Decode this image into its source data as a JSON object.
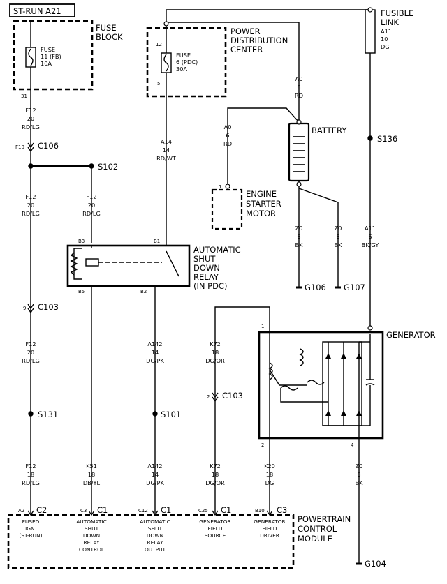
{
  "header": {
    "ignition": "ST-RUN A21"
  },
  "fuse_block": {
    "title_1": "FUSE",
    "title_2": "BLOCK",
    "fuse_1": "FUSE",
    "fuse_2": "11 (FB)",
    "fuse_3": "10A",
    "pin": "31"
  },
  "pdc": {
    "title_1": "POWER",
    "title_2": "DISTRIBUTION",
    "title_3": "CENTER",
    "fuse_1": "FUSE",
    "fuse_2": "6 (PDC)",
    "fuse_3": "30A",
    "pin_in": "12",
    "pin_out": "5"
  },
  "fusible_link": {
    "title_1": "FUSIBLE",
    "title_2": "LINK",
    "circuit": "A11",
    "gauge": "10",
    "color": "DG"
  },
  "battery": {
    "label": "BATTERY"
  },
  "starter": {
    "title_1": "ENGINE",
    "title_2": "STARTER",
    "title_3": "MOTOR",
    "pin": "1"
  },
  "asd_relay": {
    "title_1": "AUTOMATIC",
    "title_2": "SHUT",
    "title_3": "DOWN",
    "title_4": "RELAY",
    "title_5": "(IN PDC)",
    "pin_b3": "B3",
    "pin_b1": "B1",
    "pin_b5": "B5",
    "pin_b2": "B2"
  },
  "generator": {
    "label": "GENERATOR",
    "pin_1": "1",
    "pin_2": "2",
    "pin_4": "4"
  },
  "connectors": {
    "c106": "C106",
    "c106_pin": "F10",
    "c103_left": "C103",
    "c103_left_pin": "9",
    "c103_mid": "C103",
    "c103_mid_pin": "2"
  },
  "splices": {
    "s102": "S102",
    "s131": "S131",
    "s101": "S101",
    "s136": "S136"
  },
  "grounds": {
    "g106": "G106",
    "g107": "G107",
    "g104": "G104"
  },
  "wires": {
    "f12_top": [
      "F12",
      "20",
      "RD/LG"
    ],
    "f12_mid_left": [
      "F12",
      "20",
      "RD/LG"
    ],
    "f12_mid_right": [
      "F12",
      "20",
      "RD/LG"
    ],
    "f12_lower": [
      "F12",
      "20",
      "RD/LG"
    ],
    "f12_bottom": [
      "F12",
      "18",
      "RD/LG"
    ],
    "k51": [
      "K51",
      "18",
      "DB/YL"
    ],
    "a14": [
      "A14",
      "14",
      "RD/WT"
    ],
    "a142_upper": [
      "A142",
      "14",
      "DG/PK"
    ],
    "a142_lower": [
      "A142",
      "14",
      "DG/PK"
    ],
    "a0_top": [
      "A0",
      "6",
      "RD"
    ],
    "a0_starter": [
      "A0",
      "6",
      "RD"
    ],
    "z0_g106": [
      "Z0",
      "6",
      "BK"
    ],
    "z0_g107": [
      "Z0",
      "6",
      "BK"
    ],
    "a11": [
      "A11",
      "6",
      "BK/GY"
    ],
    "k72_upper": [
      "K72",
      "18",
      "DG/OR"
    ],
    "k72_lower": [
      "K72",
      "18",
      "DG/OR"
    ],
    "k20": [
      "K20",
      "18",
      "DG"
    ],
    "z0_g104": [
      "Z0",
      "6",
      "BK"
    ]
  },
  "pcm": {
    "title_1": "POWERTRAIN",
    "title_2": "CONTROL",
    "title_3": "MODULE",
    "pins": [
      {
        "cavity": "A2",
        "connector": "C2",
        "lines": [
          "FUSED",
          "IGN.",
          "(ST-RUN)"
        ]
      },
      {
        "cavity": "C3",
        "connector": "C1",
        "lines": [
          "AUTOMATIC",
          "SHUT",
          "DOWN",
          "RELAY",
          "CONTROL"
        ]
      },
      {
        "cavity": "C12",
        "connector": "C1",
        "lines": [
          "AUTOMATIC",
          "SHUT",
          "DOWN",
          "RELAY",
          "OUTPUT"
        ]
      },
      {
        "cavity": "C25",
        "connector": "C1",
        "lines": [
          "GENERATOR",
          "FIELD",
          "SOURCE"
        ]
      },
      {
        "cavity": "B10",
        "connector": "C3",
        "lines": [
          "GENERATOR",
          "FIELD",
          "DRIVER"
        ]
      }
    ]
  }
}
